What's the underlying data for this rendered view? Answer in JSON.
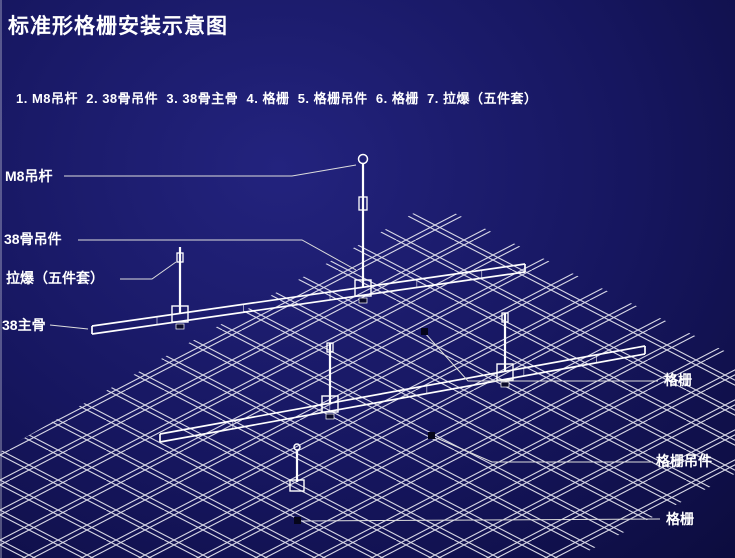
{
  "title": "标准形格栅安装示意图",
  "legend": "1. M8吊杆  2. 38骨吊件  3. 38骨主骨  4. 格栅  5. 格栅吊件  6. 格栅  7. 拉爆（五件套）",
  "callouts": {
    "left": [
      {
        "id": "m8-rod",
        "label": "M8吊杆"
      },
      {
        "id": "bone38-hanger",
        "label": "38骨吊件"
      },
      {
        "id": "expansion-bolt-set",
        "label": "拉爆（五件套）"
      },
      {
        "id": "main-runner-38",
        "label": "38主骨"
      }
    ],
    "right": [
      {
        "id": "grille-upper",
        "label": "格栅"
      },
      {
        "id": "grille-hanger",
        "label": "格栅吊件"
      },
      {
        "id": "grille-lower",
        "label": "格栅"
      }
    ]
  },
  "colors": {
    "background": "#16165f",
    "line": "#ffffff",
    "text": "#ffffff",
    "marker": "#05051a"
  }
}
